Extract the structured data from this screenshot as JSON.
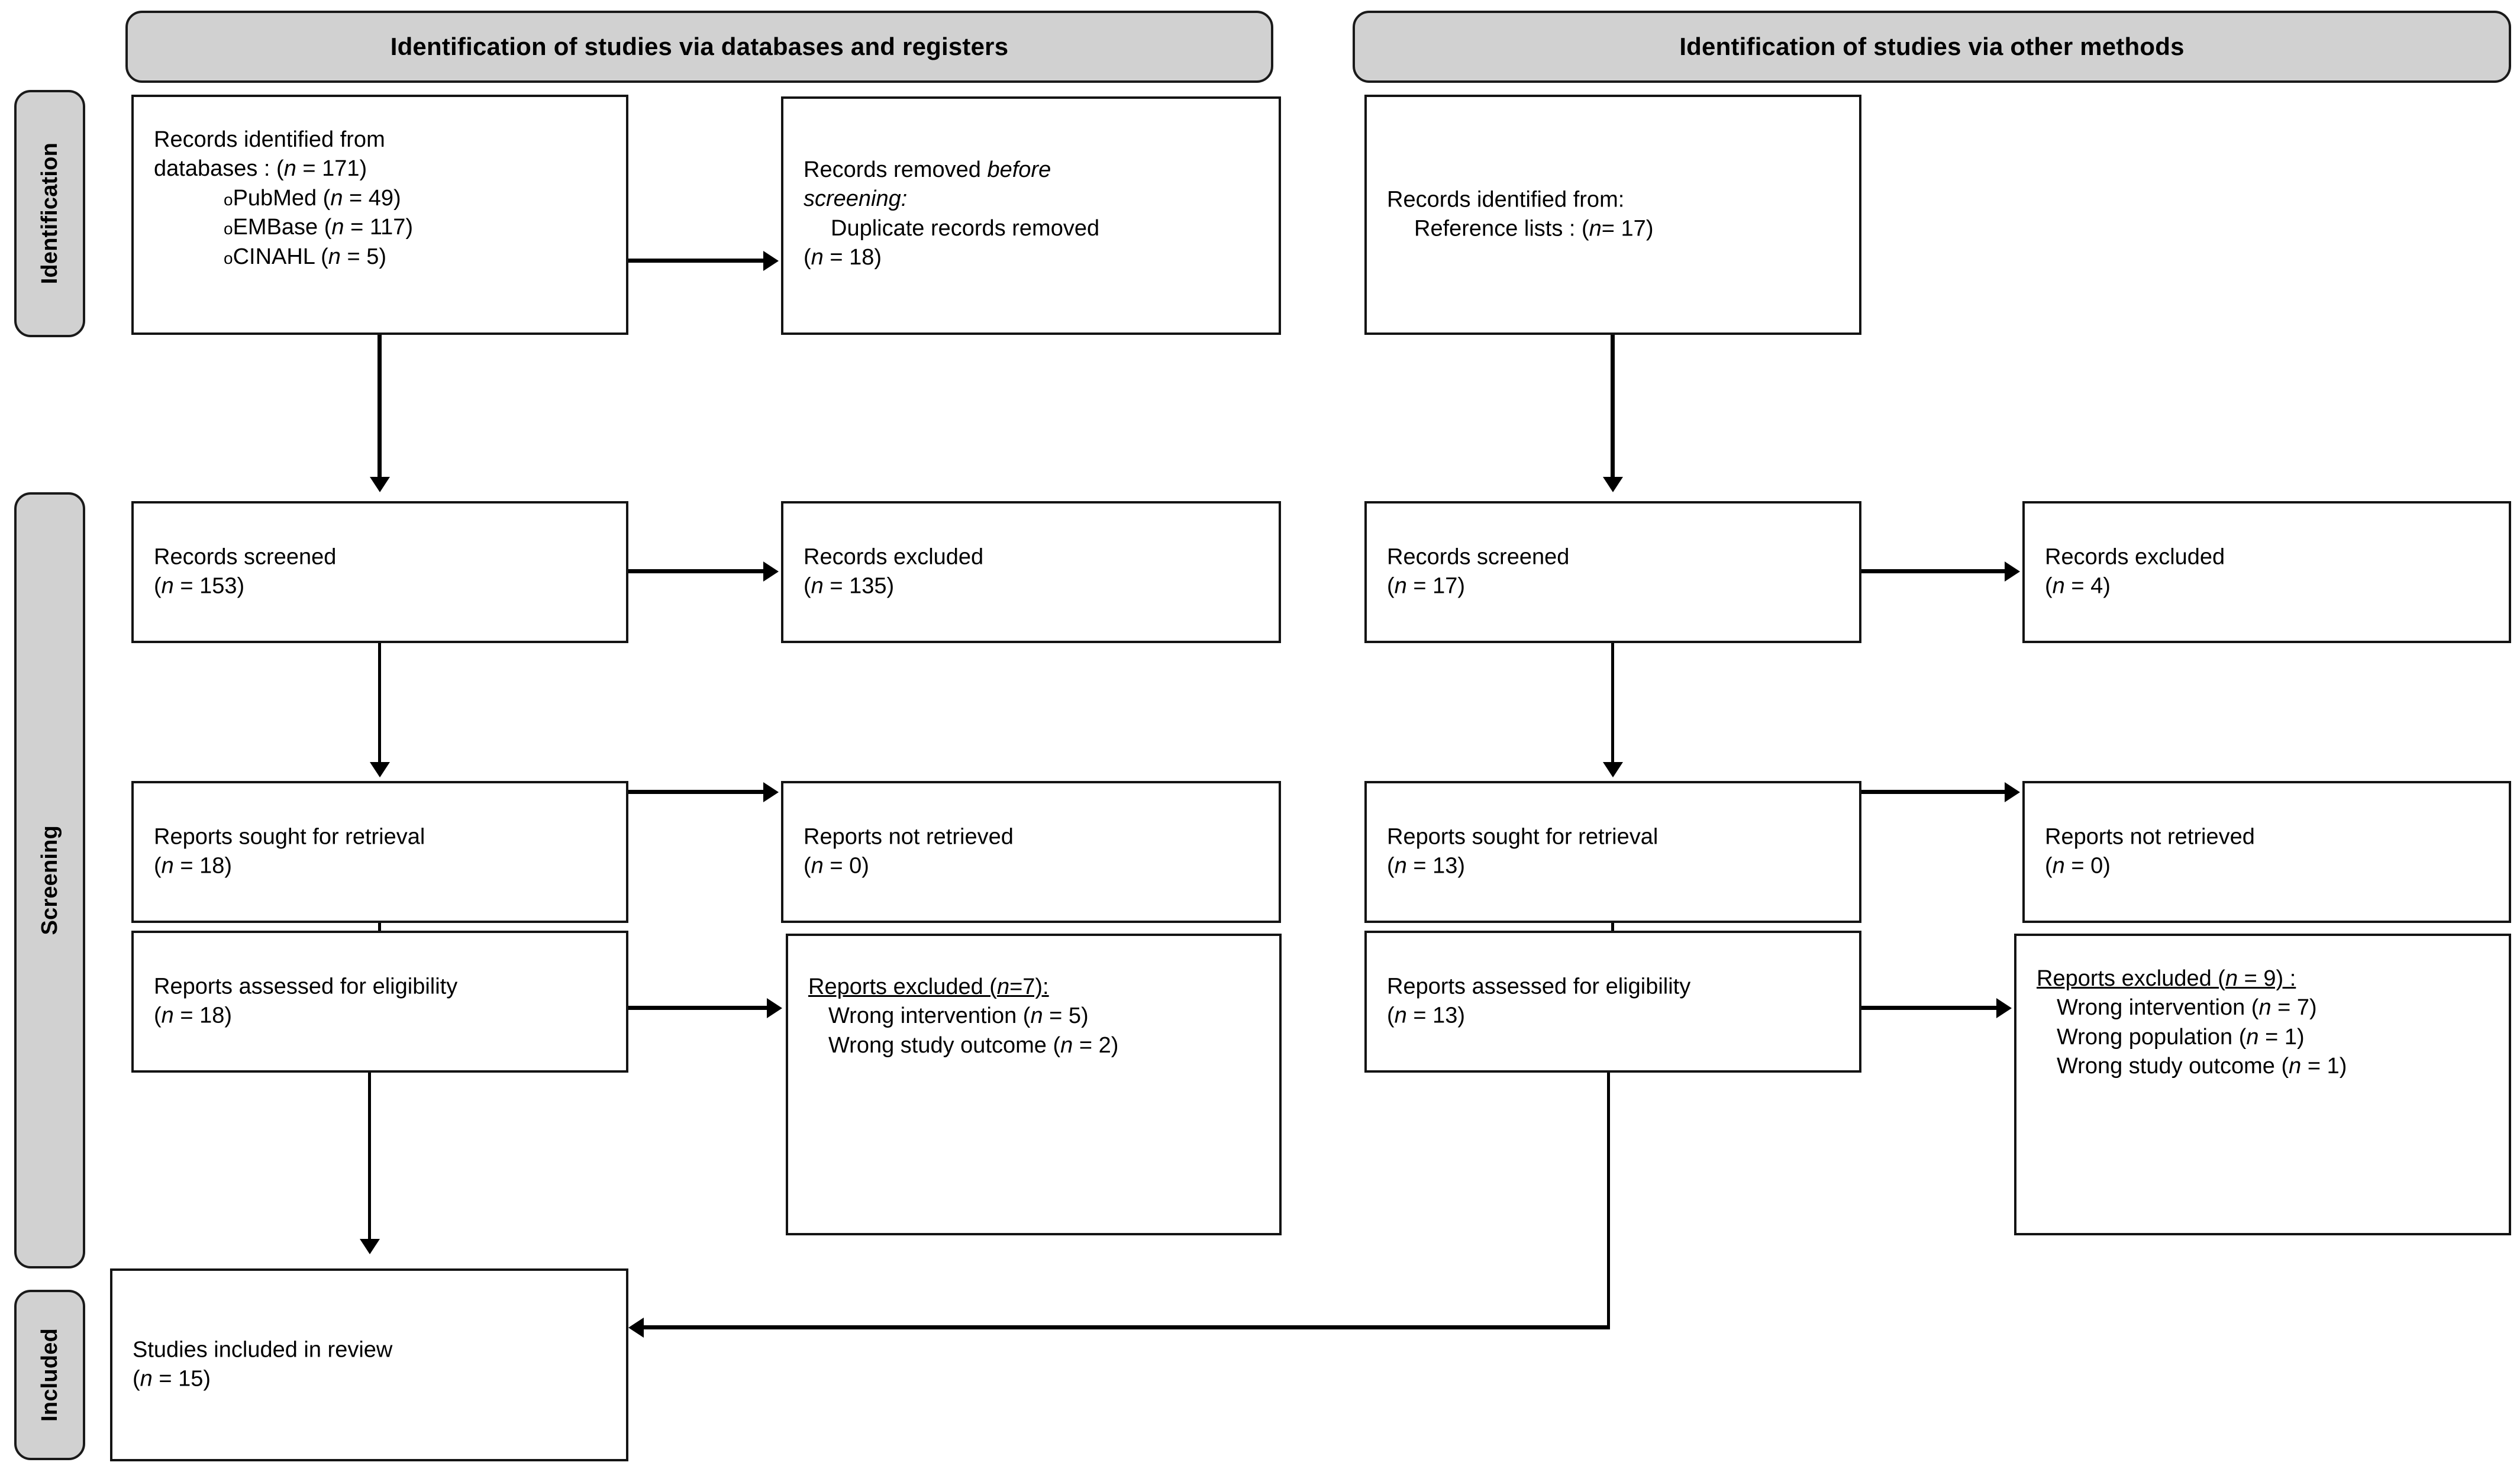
{
  "diagram": {
    "type": "prisma-flow-diagram",
    "headers": [
      {
        "id": "databases",
        "label": "Identification of studies via databases and registers"
      },
      {
        "id": "other",
        "label": "Identification of studies via other methods"
      }
    ],
    "phases": [
      {
        "id": "identification",
        "label": "Identification"
      },
      {
        "id": "screening",
        "label": "Screening"
      },
      {
        "id": "included",
        "label": "Included"
      }
    ],
    "boxes": {
      "records_identified_db": {
        "line1": "Records identified from",
        "line2_text": "databases : (",
        "line2_n": "n",
        "line2_tail": " = 171)",
        "sources": [
          {
            "bullet": "o",
            "name": "PubMed (",
            "n": "n",
            "tail": " = 49)"
          },
          {
            "bullet": "o",
            "name": "EMBase (",
            "n": "n",
            "tail": " = 117)"
          },
          {
            "bullet": "o",
            "name": "CINAHL (",
            "n": "n",
            "tail": " = 5)"
          }
        ]
      },
      "records_removed": {
        "line1a": "Records removed ",
        "line1b": "before",
        "line2": "screening:",
        "line3": "Duplicate records removed",
        "line4_open": "(",
        "line4_n": "n",
        "line4_tail": " = 18)"
      },
      "records_identified_other": {
        "line1": "Records identified from:",
        "line2_text": "Reference lists : (",
        "line2_n": "n",
        "line2_tail": "= 17)"
      },
      "records_screened_db": {
        "title": "Records screened",
        "count_open": "(",
        "count_n": "n",
        "count_tail": " = 153)"
      },
      "records_excluded_db": {
        "title": "Records excluded",
        "count_open": "(",
        "count_n": "n",
        "count_tail": " = 135)"
      },
      "records_screened_other": {
        "title": "Records screened",
        "count_open": "(",
        "count_n": "n",
        "count_tail": " = 17)"
      },
      "records_excluded_other": {
        "title": "Records excluded",
        "count_open": "(",
        "count_n": "n",
        "count_tail": " = 4)"
      },
      "reports_sought_db": {
        "title": "Reports sought for retrieval",
        "count_open": "(",
        "count_n": "n",
        "count_tail": " = 18)"
      },
      "reports_not_retrieved_db": {
        "title": "Reports not retrieved",
        "count_open": "(",
        "count_n": "n",
        "count_tail": " = 0)"
      },
      "reports_sought_other": {
        "title": "Reports sought for retrieval",
        "count_open": "(",
        "count_n": "n",
        "count_tail": " = 13)"
      },
      "reports_not_retrieved_other": {
        "title": "Reports not retrieved",
        "count_open": "(",
        "count_n": "n",
        "count_tail": " = 0)"
      },
      "reports_assessed_db": {
        "title": "Reports assessed for eligibility",
        "count_open": "(",
        "count_n": "n",
        "count_tail": " = 18)"
      },
      "reports_excluded_db": {
        "heading_text": "Reports excluded (",
        "heading_n": "n",
        "heading_tail": "=7):",
        "reasons": [
          {
            "text": "Wrong intervention (",
            "n": "n",
            "tail": " = 5)"
          },
          {
            "text": "Wrong study outcome (",
            "n": "n",
            "tail": " = 2)"
          }
        ]
      },
      "reports_assessed_other": {
        "title": "Reports assessed for eligibility",
        "count_open": "(",
        "count_n": "n",
        "count_tail": " = 13)"
      },
      "reports_excluded_other": {
        "heading_text": "Reports excluded (",
        "heading_n": "n",
        "heading_tail": " = 9) :",
        "reasons": [
          {
            "text": "Wrong intervention (",
            "n": "n",
            "tail": " = 7)"
          },
          {
            "text": "Wrong population (",
            "n": "n",
            "tail": " = 1)"
          },
          {
            "text": "Wrong study outcome (",
            "n": "n",
            "tail": " = 1)"
          }
        ]
      },
      "studies_included": {
        "title": "Studies included in review",
        "count_open": "(",
        "count_n": "n",
        "count_tail": " = 15)"
      }
    },
    "colors": {
      "bar_fill": "#d1d1d1",
      "stroke": "#141414",
      "box_fill": "#ffffff"
    }
  }
}
